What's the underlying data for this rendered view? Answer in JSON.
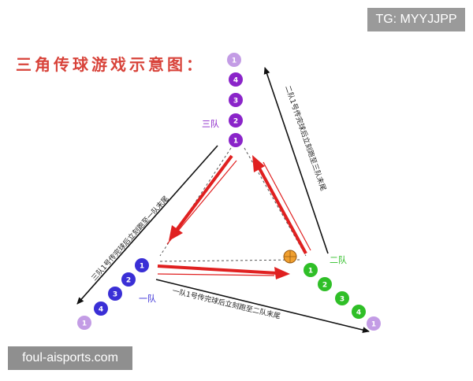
{
  "title": "三角传球游戏示意图：",
  "watermark_top": "TG: MYYJJPP",
  "watermark_bottom": "foul-aisports.com",
  "teams": {
    "team1": {
      "label": "一队",
      "color": "#3a2fd6",
      "members": [
        "1",
        "2",
        "3",
        "4",
        "1"
      ],
      "note": "一队1号传完球后立刻跑至二队末尾"
    },
    "team2": {
      "label": "二队",
      "color": "#2fbf27",
      "members": [
        "1",
        "2",
        "3",
        "4",
        "1"
      ],
      "note": "二队1号传完球后立刻跑至三队末尾"
    },
    "team3": {
      "label": "三队",
      "color": "#8a24c9",
      "members": [
        "1",
        "2",
        "3",
        "4",
        "1"
      ],
      "note": "三队1号传完球后立刻跑至一队末尾"
    }
  },
  "colors": {
    "pass_arrow": "#e02020",
    "run_arrow": "#111111",
    "ball": "#f0a030",
    "tail_member": "#b98be0"
  },
  "icons": {
    "ball": "basketball-icon"
  }
}
